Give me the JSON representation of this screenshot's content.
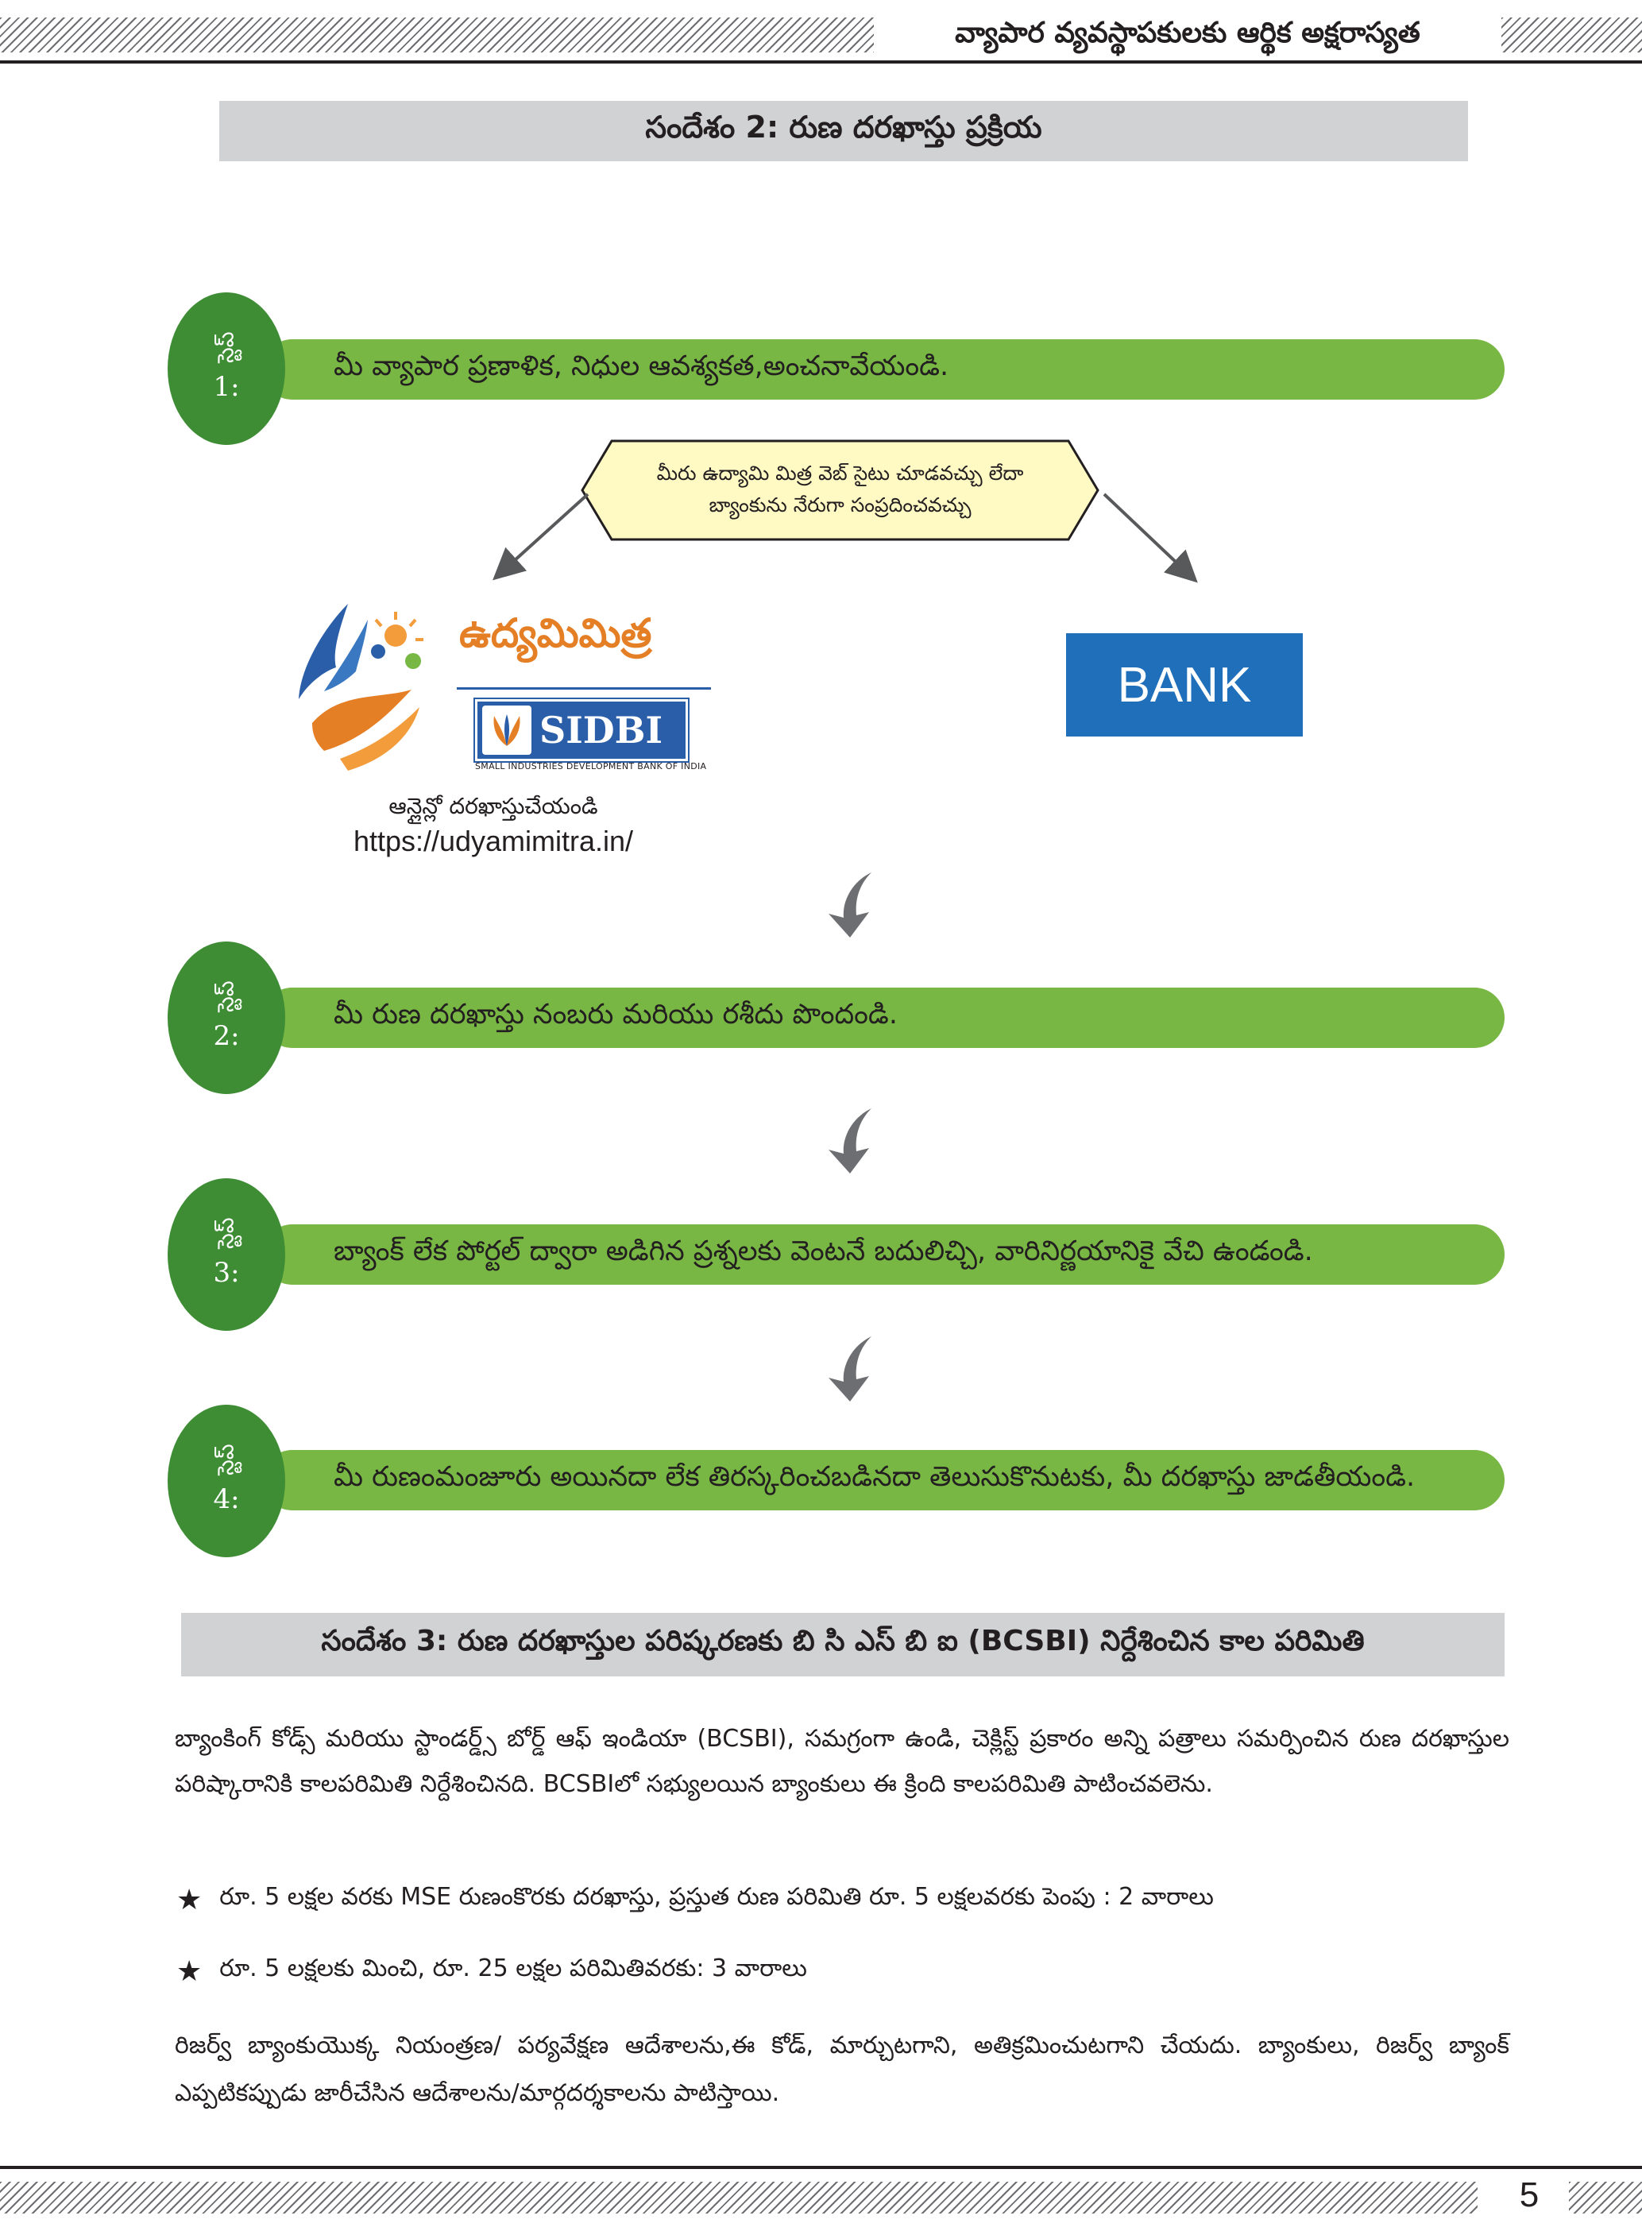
{
  "header": {
    "title": "వ్యాపార వ్యవస్థాపకులకు ఆర్థిక అక్షరాస్యత"
  },
  "section2": {
    "title": "సందేశం 2:   రుణ దరఖాస్తు ప్రక్రియ"
  },
  "steps": [
    {
      "label": "స్టెప్",
      "num": "1:",
      "text": "మీ వ్యాపార ప్రణాళిక, నిధుల ఆవశ్యకత,అంచనావేయండి."
    },
    {
      "label": "స్టెప్",
      "num": "2:",
      "text": "మీ రుణ దరఖాస్తు నంబరు మరియు రశీదు పొందండి."
    },
    {
      "label": "స్టెప్",
      "num": "3:",
      "text": "బ్యాంక్ లేక పోర్టల్ ద్వారా అడిగిన ప్రశ్నలకు వెంటనే బదులిచ్చి, వారినిర్ణయానికై వేచి ఉండండి."
    },
    {
      "label": "స్టెప్",
      "num": "4:",
      "text": "మీ రుణంమంజూరు అయినదా లేక తిరస్కరించబడినదా తెలుసుకొనుటకు, మీ దరఖాస్తు జాడతీయండి."
    }
  ],
  "note": {
    "text": "మీరు ఉద్యామి మిత్ర వెబ్ సైటు చూడవచ్చు లేదా బ్యాంకును నేరుగా సంప్రదించవచ్చు"
  },
  "udyami": {
    "wordmark": "ఉద్యమిమిత్ర",
    "sidbi": "SIDBI",
    "sidbi_sub": "SMALL INDUSTRIES DEVELOPMENT BANK OF INDIA",
    "apply_label": "ఆన్లైన్లో దరఖాస్తుచేయండి",
    "url": "https://udyamimitra.in/"
  },
  "bank": {
    "label": "BANK"
  },
  "section3": {
    "title": "సందేశం 3: రుణ దరఖాస్తుల పరిష్కరణకు బి సి ఎస్ బి ఐ (BCSBI) నిర్దేశించిన కాల పరిమితి"
  },
  "body": {
    "para1": "బ్యాంకింగ్ కోడ్స్ మరియు  స్టాండర్డ్స్ బోర్డ్ ఆఫ్ ఇండియా (BCSBI), సమగ్రంగా ఉండి, చెక్లిస్ట్ ప్రకారం అన్ని పత్రాలు సమర్పించిన రుణ దరఖాస్తుల పరిష్కారానికి కాలపరిమితి నిర్దేశించినది. BCSBIలో సభ్యులయిన బ్యాంకులు ఈ క్రింది కాలపరిమితి పాటించవలెను.",
    "bullets": [
      "రూ. 5 లక్షల వరకు MSE రుణంకొరకు దరఖాస్తు, ప్రస్తుత రుణ పరిమితి రూ. 5 లక్షలవరకు పెంపు : 2 వారాలు",
      "రూ. 5 లక్షలకు మించి, రూ. 25 లక్షల పరిమితివరకు: 3 వారాలు"
    ],
    "para2": "రిజర్వ్ బ్యాంకుయొక్క నియంత్రణ/ పర్యవేక్షణ ఆదేశాలను,ఈ కోడ్, మార్చుటగాని, అతిక్రమించుటగాని చేయదు. బ్యాంకులు, రిజర్వ్ బ్యాంక్ ఎప్పటికప్పుడు జారీచేసిన ఆదేశాలను/మార్గదర్శకాలను పాటిస్తాయి."
  },
  "footer": {
    "page_number": "5"
  },
  "colors": {
    "step_bar": "#78b744",
    "step_circle": "#3e8d35",
    "section_bar": "#d1d2d4",
    "bank": "#1f6fba",
    "sidbi": "#2a5ea8"
  }
}
